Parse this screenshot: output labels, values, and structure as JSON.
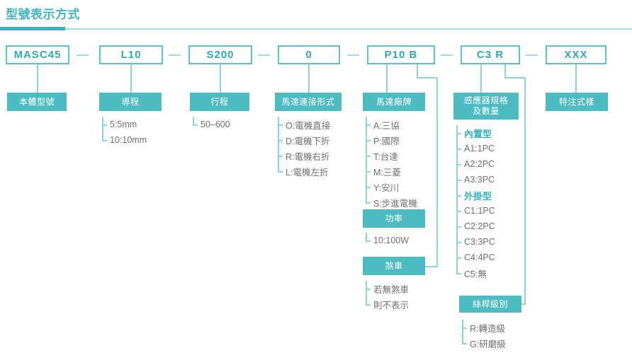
{
  "page": {
    "title": "型號表示方式",
    "accent_color": "#4cbcc2",
    "line_color": "#8dd4d9",
    "text_color": "#6f7072",
    "code_text_color": "#2fa9b4"
  },
  "code_boxes": [
    {
      "id": "body-model",
      "code": "MASC45"
    },
    {
      "id": "lead",
      "code": "L10"
    },
    {
      "id": "stroke",
      "code": "S200"
    },
    {
      "id": "motor-mount",
      "code": "0"
    },
    {
      "id": "motor-brand",
      "code": "P10  B"
    },
    {
      "id": "sensor",
      "code": "C3  R"
    },
    {
      "id": "special",
      "code": "XXX"
    }
  ],
  "separators": [
    "—",
    "—",
    "—",
    "—",
    "—",
    "—"
  ],
  "groups": {
    "body_model": {
      "label": "本體型號",
      "options": []
    },
    "lead": {
      "label": "導程",
      "options": [
        "5:5mm",
        "10:10mm"
      ]
    },
    "stroke": {
      "label": "行程",
      "options": [
        "50–600"
      ]
    },
    "motor_mount": {
      "label": "馬達連接形式",
      "options": [
        "O:電機直接",
        "D:電機下折",
        "R:電機右折",
        "L:電機左折"
      ]
    },
    "motor_brand": {
      "label": "馬達廠牌",
      "options": [
        "A:三協",
        "P:國際",
        "T:台達",
        "M:三菱",
        "Y:安川",
        "S:步進電機"
      ]
    },
    "power": {
      "label": "功率",
      "options": [
        "10:100W"
      ]
    },
    "brake": {
      "label": "煞車",
      "options": [
        "若無煞車",
        "則不表示"
      ]
    },
    "sensor": {
      "label": "感應器規格\n及數量",
      "options": [
        {
          "text": "內置型",
          "accent": true
        },
        {
          "text": "A1:1PC",
          "accent": false
        },
        {
          "text": "A2:2PC",
          "accent": false
        },
        {
          "text": "A3:3PC",
          "accent": false
        },
        {
          "text": "外掛型",
          "accent": true
        },
        {
          "text": "C1:1PC",
          "accent": false
        },
        {
          "text": "C2:2PC",
          "accent": false
        },
        {
          "text": "C3:3PC",
          "accent": false
        },
        {
          "text": "C4:4PC",
          "accent": false
        },
        {
          "text": "C5:無",
          "accent": false
        }
      ]
    },
    "screw_grade": {
      "label": "絲桿級別",
      "options": [
        "R:轉造級",
        "G:研磨級"
      ]
    },
    "special": {
      "label": "特注式樣",
      "options": []
    }
  }
}
